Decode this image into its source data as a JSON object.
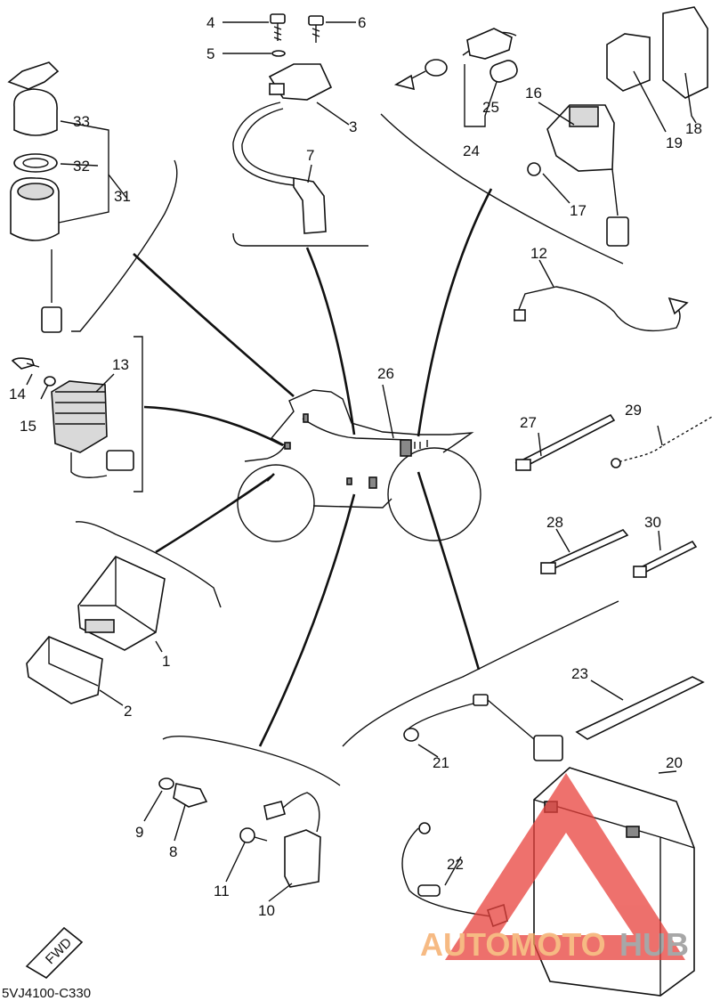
{
  "diagram_code": "5VJ4100-C330",
  "fwd_label": "FWD",
  "watermark": {
    "prefix": "AUTOMOTO",
    "suffix": "HUB",
    "prefix_color": "#f4a35a",
    "suffix_color": "#8a8a8a",
    "triangle_color": "#e8413c"
  },
  "callouts": {
    "c1": "1",
    "c2": "2",
    "c3": "3",
    "c4": "4",
    "c5": "5",
    "c6": "6",
    "c7": "7",
    "c8": "8",
    "c9": "9",
    "c10": "10",
    "c11": "11",
    "c12": "12",
    "c13": "13",
    "c14": "14",
    "c15": "15",
    "c16": "16",
    "c17": "17",
    "c18": "18",
    "c19": "19",
    "c20": "20",
    "c21": "21",
    "c22": "22",
    "c23": "23",
    "c24": "24",
    "c25": "25",
    "c26": "26",
    "c27": "27",
    "c28": "28",
    "c29": "29",
    "c30": "30",
    "c31": "31",
    "c32": "32",
    "c33": "33"
  }
}
